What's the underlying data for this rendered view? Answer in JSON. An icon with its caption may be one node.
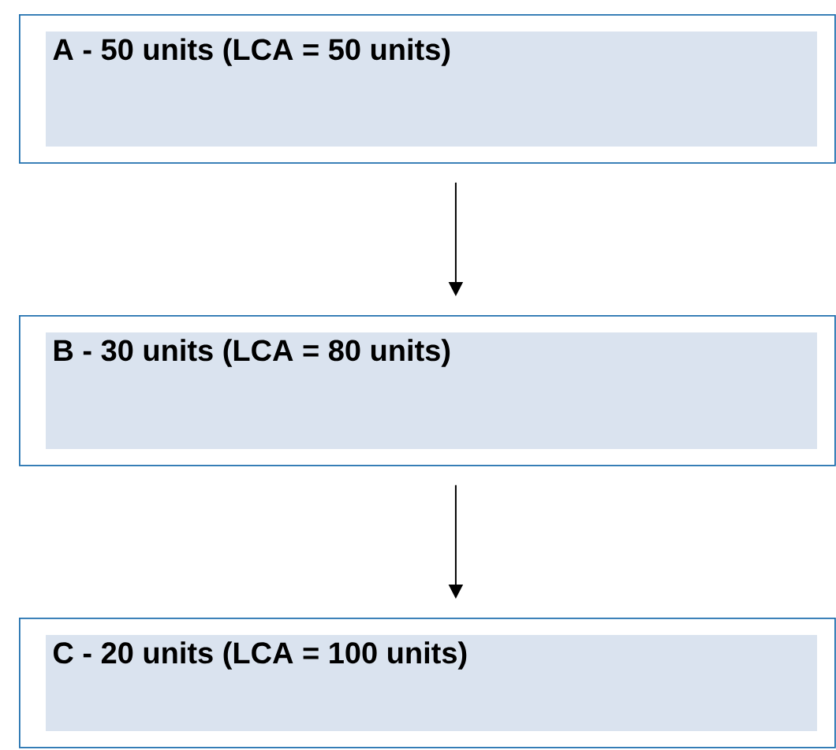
{
  "diagram": {
    "nodes": [
      {
        "text": [
          "A - 50 units (LCA = 50 units)"
        ]
      },
      {
        "text": [
          "B - 30 units (LCA = 80 units)"
        ]
      },
      {
        "text": [
          "C - 20 units (LCA = 100 units)"
        ]
      }
    ],
    "edges": [
      {
        "from": 0,
        "to": 1,
        "arrow": "to"
      },
      {
        "from": 1,
        "to": 2,
        "arrow": "to"
      }
    ]
  }
}
